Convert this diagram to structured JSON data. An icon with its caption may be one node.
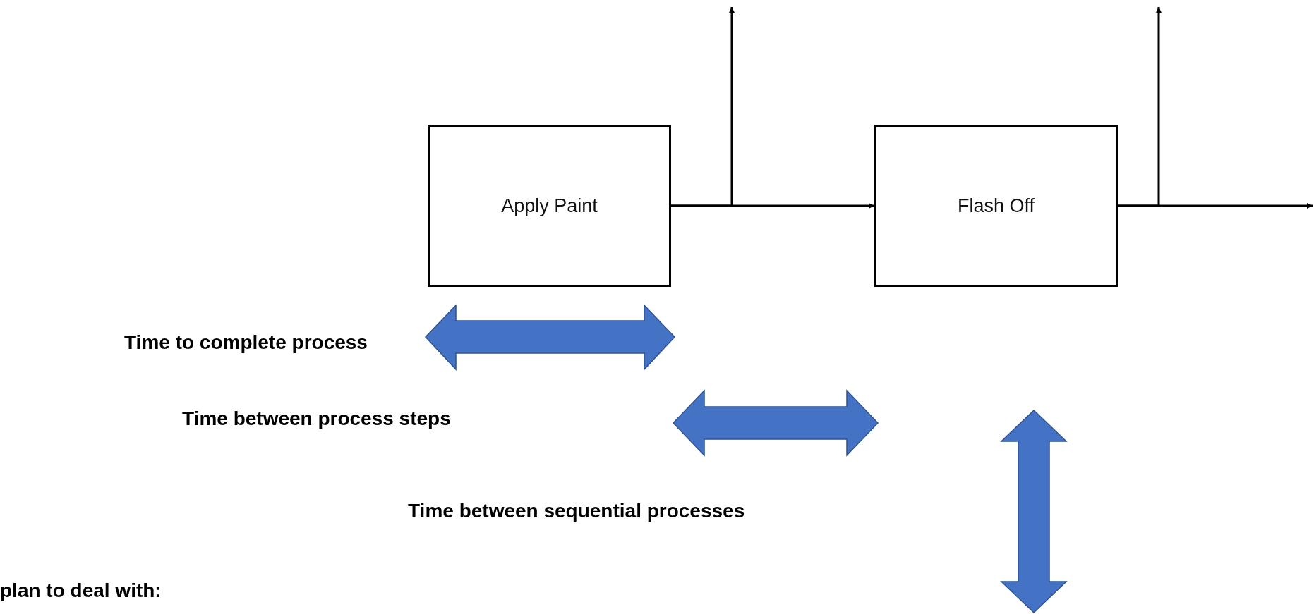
{
  "diagram": {
    "nodes": [
      {
        "text": [
          "Apply Paint"
        ]
      },
      {
        "text": [
          "Flash Off"
        ]
      }
    ],
    "edges": [
      {
        "from": 0,
        "to": 1,
        "arrow": "to"
      },
      {
        "from": 0,
        "to": null,
        "arrow": "to"
      },
      {
        "from": 1,
        "to": null,
        "arrow": "to"
      },
      {
        "from": 1,
        "to": null,
        "arrow": "to"
      }
    ],
    "labels": [
      "Time to complete process",
      "Time between process steps",
      "Time between sequential processes",
      "plan to deal with:"
    ]
  }
}
